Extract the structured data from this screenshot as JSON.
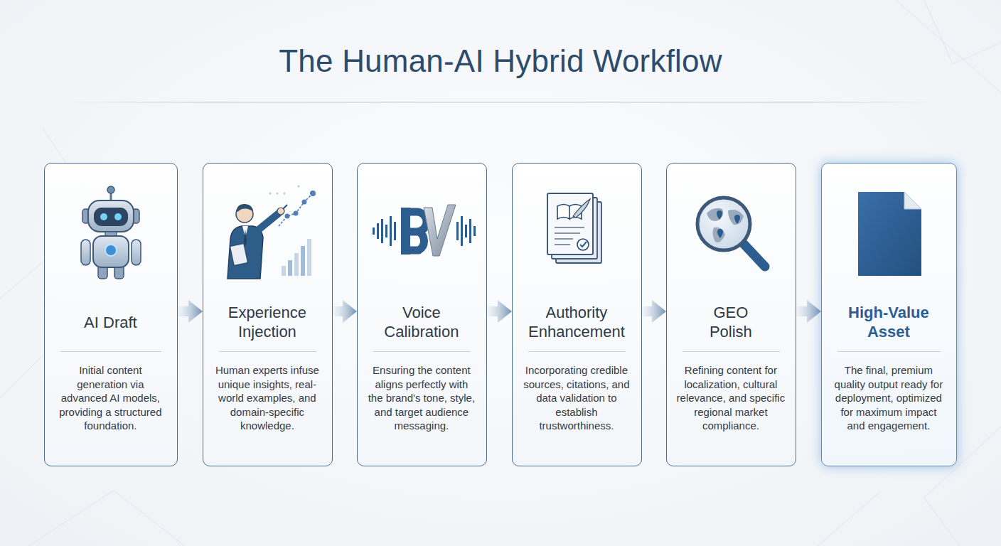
{
  "diagram": {
    "title": "The Human-AI Hybrid Workflow",
    "nodes": [
      {
        "text": [
          "AI Draft",
          "Initial content generation via advanced AI models, providing a structured foundation."
        ]
      },
      {
        "text": [
          "Experience Injection",
          "Human experts infuse unique insights, real-world examples, and domain-specific knowledge."
        ]
      },
      {
        "text": [
          "Voice Calibration",
          "Ensuring the content aligns perfectly with the brand's tone, style, and target audience messaging."
        ]
      },
      {
        "text": [
          "Authority Enhancement",
          "Incorporating credible sources, citations, and data validation to establish trustworthiness."
        ]
      },
      {
        "text": [
          "GEO Polish",
          "Refining content for localization, cultural relevance, and specific regional market compliance."
        ]
      },
      {
        "text": [
          "High-Value Asset",
          "The final, premium quality output ready for deployment, optimized for maximum impact and engagement."
        ]
      }
    ],
    "edges": [
      {
        "from": 0,
        "to": 1,
        "arrow": "to"
      },
      {
        "from": 1,
        "to": 2,
        "arrow": "to"
      },
      {
        "from": 2,
        "to": 3,
        "arrow": "to"
      },
      {
        "from": 3,
        "to": 4,
        "arrow": "to"
      },
      {
        "from": 4,
        "to": 5,
        "arrow": "to"
      }
    ]
  }
}
